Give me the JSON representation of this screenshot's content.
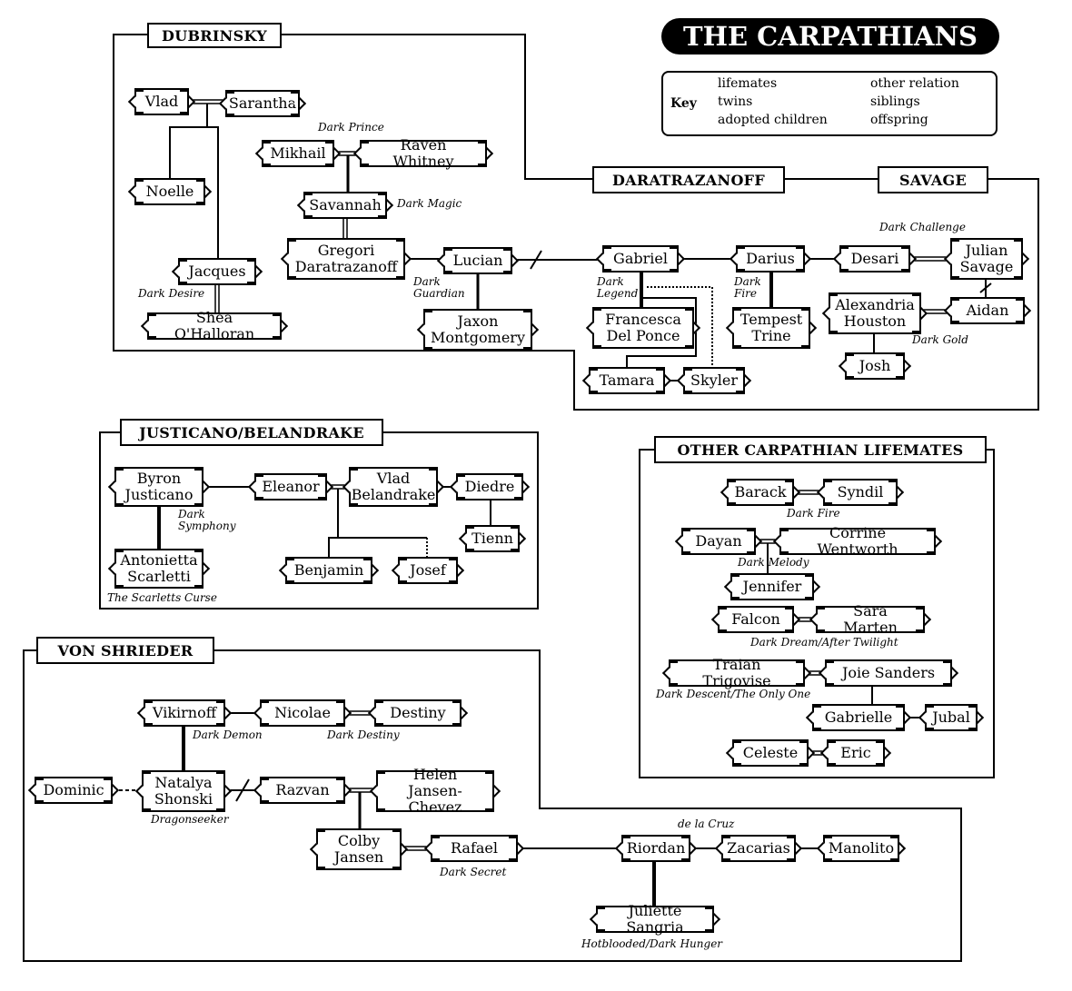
{
  "title": "THE CARPATHIANS",
  "key": {
    "label": "Key",
    "items": [
      "lifemates",
      "twins",
      "adopted children",
      "other relation",
      "siblings",
      "offspring"
    ]
  },
  "families": {
    "dubrinsky": {
      "label": "DUBRINSKY"
    },
    "daratrazanoff": {
      "label": "DARATRAZANOFF"
    },
    "savage": {
      "label": "SAVAGE"
    },
    "justicano": {
      "label": "JUSTICANO/BELANDRAKE"
    },
    "other": {
      "label": "OTHER CARPATHIAN LIFEMATES"
    },
    "vonshrieder": {
      "label": "VON SHRIEDER"
    }
  },
  "nodes": [
    "Vlad",
    "Sarantha",
    "Mikhail",
    "Raven Whitney",
    "Noelle",
    "Savannah",
    "Gregori\nDaratrazanoff",
    "Lucian",
    "Gabriel",
    "Darius",
    "Desari",
    "Julian\nSavage",
    "Jacques",
    "Jaxon\nMontgomery",
    "Francesca\nDel Ponce",
    "Tempest\nTrine",
    "Alexandria\nHouston",
    "Aidan",
    "Shea O'Halloran",
    "Tamara",
    "Skyler",
    "Josh",
    "Byron\nJusticano",
    "Eleanor",
    "Vlad\nBelandrake",
    "Diedre",
    "Tienn",
    "Antonietta\nScarletti",
    "Benjamin",
    "Josef",
    "Barack",
    "Syndil",
    "Dayan",
    "Corrine Wentworth",
    "Jennifer",
    "Falcon",
    "Sara Marten",
    "Traian Trigovise",
    "Joie Sanders",
    "Gabrielle",
    "Jubal",
    "Celeste",
    "Eric",
    "Vikirnoff",
    "Nicolae",
    "Destiny",
    "Dominic",
    "Natalya\nShonski",
    "Razvan",
    "Helen\nJansen-Chevez",
    "Colby\nJansen",
    "Rafael",
    "Riordan",
    "Zacarias",
    "Manolito",
    "Juliette Sangria"
  ],
  "annotations": [
    "Dark Prince",
    "Dark Magic",
    "Dark Desire",
    "Dark\nGuardian",
    "Dark\nLegend",
    "Dark\nFire",
    "Dark Challenge",
    "Dark Gold",
    "Dark\nSymphony",
    "The Scarletts Curse",
    "Dark Fire",
    "Dark Melody",
    "Dark Dream/After Twilight",
    "Dark Descent/The Only One",
    "Dark Demon",
    "Dark Destiny",
    "Dragonseeker",
    "Dark Secret",
    "de la Cruz",
    "Hotblooded/Dark Hunger"
  ]
}
